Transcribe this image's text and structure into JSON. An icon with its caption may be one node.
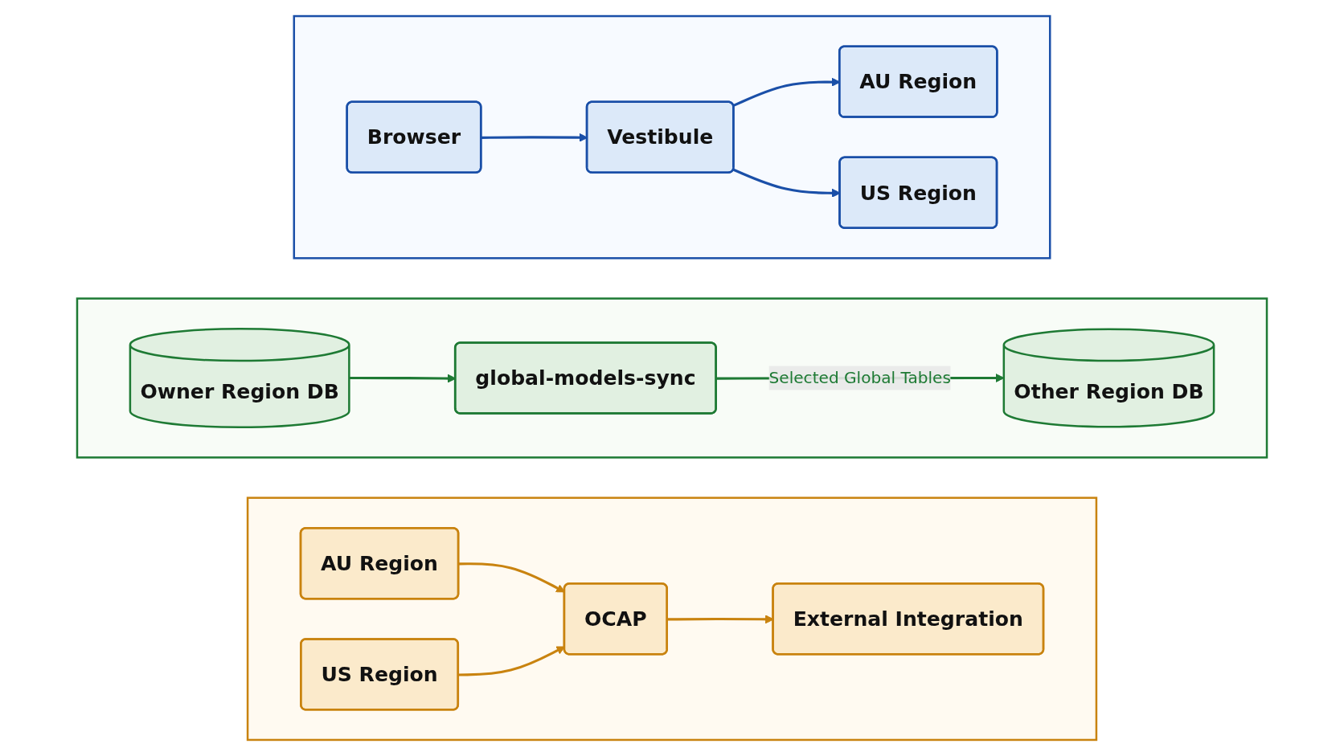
{
  "diagram": {
    "nodes": [
      {
        "text": [],
        "shape": "box"
      },
      {
        "text": [
          "Browser"
        ],
        "in": 0
      },
      {
        "text": [
          "Vestibule"
        ],
        "in": 0
      },
      {
        "text": [
          "AU Region"
        ],
        "in": 0
      },
      {
        "text": [
          "US Region"
        ],
        "in": 0
      },
      {
        "text": [],
        "shape": "box"
      },
      {
        "text": [
          "Owner Region DB"
        ],
        "in": 5
      },
      {
        "text": [
          "global-models-sync"
        ],
        "in": 5
      },
      {
        "text": [
          "Other Region DB"
        ],
        "in": 5
      },
      {
        "text": [],
        "shape": "box"
      },
      {
        "text": [
          "AU Region"
        ],
        "in": 9
      },
      {
        "text": [
          "US Region"
        ],
        "in": 9
      },
      {
        "text": [
          "OCAP"
        ],
        "in": 9
      },
      {
        "text": [
          "External Integration"
        ],
        "in": 9
      }
    ],
    "edges": [
      {
        "from": 1,
        "to": 2,
        "arrow": "to",
        "color": "#1a4fa8"
      },
      {
        "from": 2,
        "to": 3,
        "arrow": "to",
        "color": "#1a4fa8"
      },
      {
        "from": 2,
        "to": 4,
        "arrow": "to",
        "color": "#1a4fa8"
      },
      {
        "from": 6,
        "to": 7,
        "arrow": "to",
        "color": "#1e7a34"
      },
      {
        "from": 7,
        "to": 8,
        "label": "Selected Global Tables",
        "arrow": "to",
        "color": "#1e7a34"
      },
      {
        "from": 10,
        "to": 12,
        "arrow": "to",
        "color": "#c9830f"
      },
      {
        "from": 11,
        "to": 12,
        "arrow": "to",
        "color": "#c9830f"
      },
      {
        "from": 12,
        "to": 13,
        "arrow": "to",
        "color": "#c9830f"
      }
    ]
  }
}
